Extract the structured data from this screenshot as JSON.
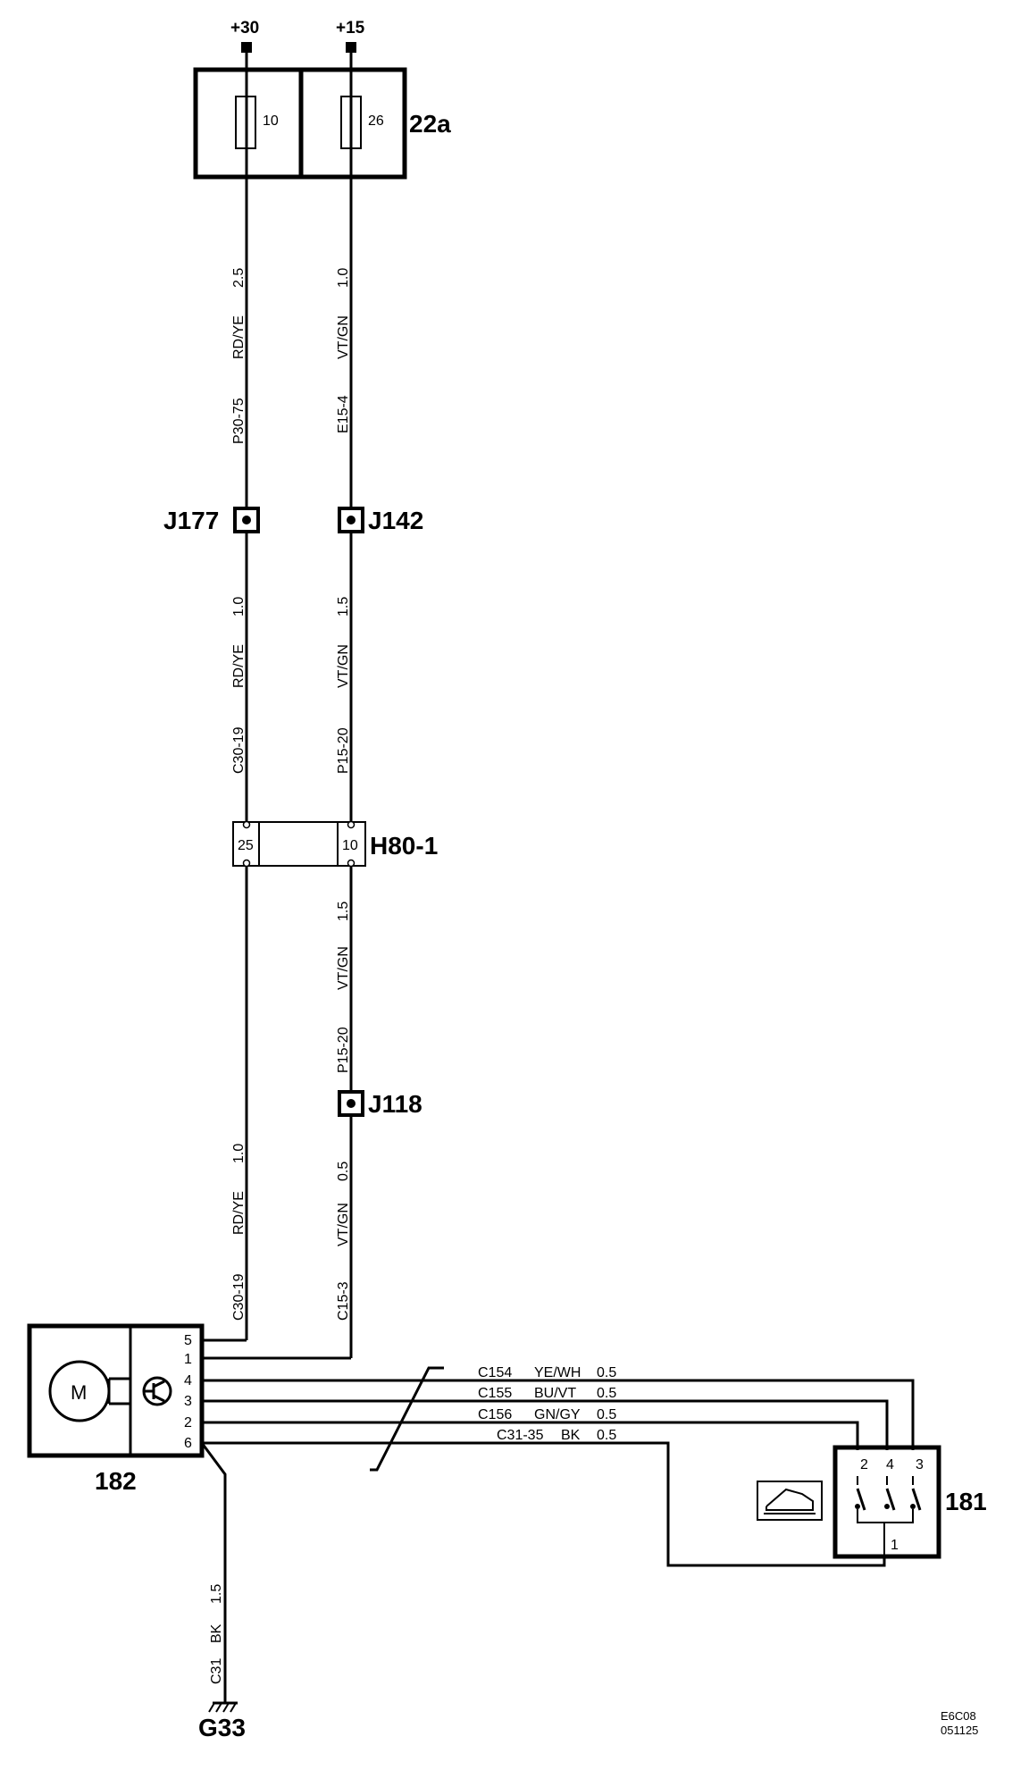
{
  "supply": {
    "plus30": "+30",
    "plus15": "+15"
  },
  "fusebox": {
    "id": "22a",
    "fuse_a": "10",
    "fuse_b": "26"
  },
  "wires": {
    "w1": {
      "size": "2.5",
      "color": "RD/YE",
      "code": "P30-75"
    },
    "w2": {
      "size": "1.0",
      "color": "VT/GN",
      "code": "E15-4"
    },
    "w3": {
      "size": "1.0",
      "color": "RD/YE",
      "code": "C30-19"
    },
    "w4": {
      "size": "1.5",
      "color": "VT/GN",
      "code": "P15-20"
    },
    "w5": {
      "size": "1.5",
      "color": "VT/GN",
      "code": "P15-20"
    },
    "w6": {
      "size": "1.0",
      "color": "RD/YE",
      "code": "C30-19"
    },
    "w7": {
      "size": "0.5",
      "color": "VT/GN",
      "code": "C15-3"
    },
    "w8": {
      "size": "1.5",
      "color": "BK",
      "code": "C31"
    }
  },
  "junctions": {
    "j177": "J177",
    "j142": "J142",
    "j118": "J118"
  },
  "connector": {
    "id": "H80-1",
    "pin_a": "25",
    "pin_b": "10"
  },
  "module182": {
    "id": "182",
    "motor": "M",
    "pins": [
      "5",
      "1",
      "4",
      "3",
      "2",
      "6"
    ]
  },
  "harness": [
    {
      "code": "C154",
      "color": "YE/WH",
      "size": "0.5"
    },
    {
      "code": "C155",
      "color": "BU/VT",
      "size": "0.5"
    },
    {
      "code": "C156",
      "color": "GN/GY",
      "size": "0.5"
    },
    {
      "code": "C31-35",
      "color": "BK",
      "size": "0.5"
    }
  ],
  "switch181": {
    "id": "181",
    "pins": [
      "2",
      "4",
      "3",
      "1"
    ]
  },
  "ground": {
    "id": "G33"
  },
  "footer": {
    "ref1": "E6C08",
    "ref2": "051125"
  }
}
